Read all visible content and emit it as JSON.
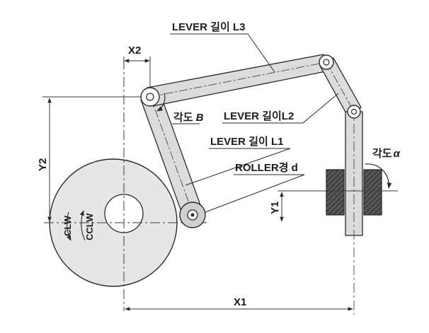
{
  "labels": {
    "lever_l3": "LEVER 길이 L3",
    "angle_b_word": "각도 ",
    "angle_b_symbol": "B",
    "lever_l2": "LEVER 길이L2",
    "lever_l1": "LEVER 길이 L1",
    "roller_d": "ROLLER경 d",
    "angle_a_word": "각도",
    "angle_a_symbol": "α"
  },
  "dimensions": {
    "x1": "X1",
    "x2": "X2",
    "y1": "Y1",
    "y2": "Y2"
  },
  "rotation": {
    "clw": "CLW",
    "cclw": "CCLW"
  },
  "colors": {
    "line": "#2a2a2a",
    "disc_fill": "#e6e6e6",
    "lever_fill": "#dcdcdc",
    "block_fill": "#3a3a3a"
  }
}
